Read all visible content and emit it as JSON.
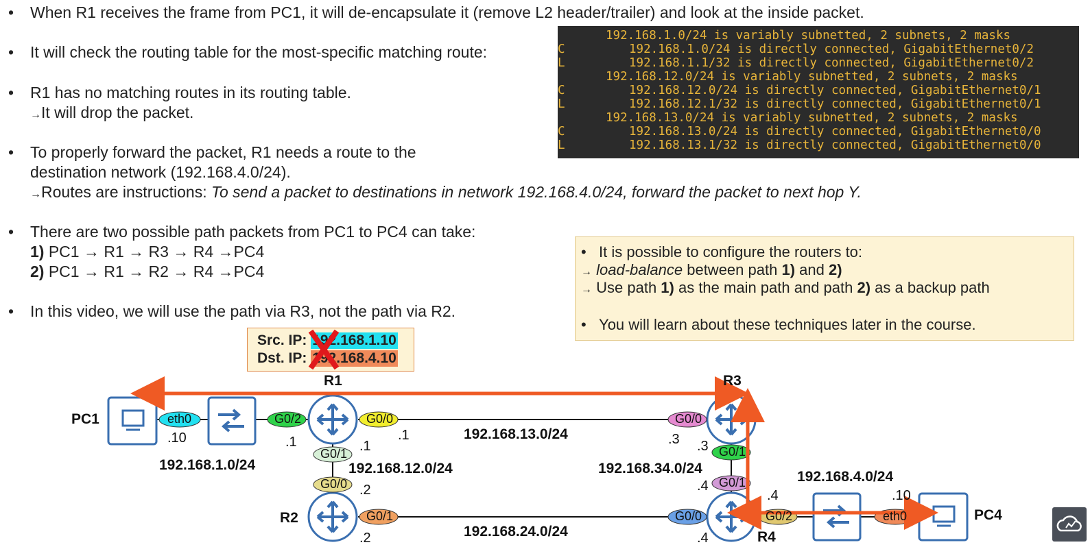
{
  "bullets": {
    "b1": "When R1 receives the frame from PC1, it will de-encapsulate it (remove L2 header/trailer) and look at the inside packet.",
    "b2": "It will check the routing table for the most-specific matching route:",
    "b3_line1": "R1 has no matching routes in its routing table.",
    "b3_line2": "It will drop the packet.",
    "b4_line1": "To properly forward the packet, R1 needs a route to the",
    "b4_line2": "destination network (192.168.4.0/24).",
    "b4_line3_plain": "Routes are instructions: ",
    "b4_line3_italic": "To send a packet to destinations in network 192.168.4.0/24, forward the packet to next hop Y.",
    "b5_line1": "There are two possible path packets from PC1 to PC4 can take:",
    "b5_path1_num": "1)",
    "b5_path1": "PC1 → R1 → R3 → R4 →PC4",
    "b5_path2_num": "2)",
    "b5_path2": "PC1 → R1 → R2 → R4 →PC4",
    "b6": "In this video, we will use the path via R3, not the path via R2.",
    "arrow": "→"
  },
  "routing_table": [
    {
      "code": "",
      "text": "192.168.1.0/24 is variably subnetted, 2 subnets, 2 masks"
    },
    {
      "code": "C",
      "text": "192.168.1.0/24 is directly connected, GigabitEthernet0/2"
    },
    {
      "code": "L",
      "text": "192.168.1.1/32 is directly connected, GigabitEthernet0/2"
    },
    {
      "code": "",
      "text": "192.168.12.0/24 is variably subnetted, 2 subnets, 2 masks"
    },
    {
      "code": "C",
      "text": "192.168.12.0/24 is directly connected, GigabitEthernet0/1"
    },
    {
      "code": "L",
      "text": "192.168.12.1/32 is directly connected, GigabitEthernet0/1"
    },
    {
      "code": "",
      "text": "192.168.13.0/24 is variably subnetted, 2 subnets, 2 masks"
    },
    {
      "code": "C",
      "text": "192.168.13.0/24 is directly connected, GigabitEthernet0/0"
    },
    {
      "code": "L",
      "text": "192.168.13.1/32 is directly connected, GigabitEthernet0/0"
    }
  ],
  "note": {
    "line1": "It is possible to configure the routers to:",
    "line2_arrow": "→",
    "line2_italic": "load-balance",
    "line2_mid": " between path ",
    "line2_b1": "1)",
    "line2_and": " and ",
    "line2_b2": "2)",
    "line3_arrow": "→",
    "line3_a": "Use path ",
    "line3_b1": "1)",
    "line3_mid": " as the main path and path ",
    "line3_b2": "2)",
    "line3_end": " as a backup path",
    "line4": "You will learn about these techniques later in the course."
  },
  "packet": {
    "src_label": "Src. IP:",
    "src_value": "192.168.1.10",
    "dst_label": "Dst. IP:",
    "dst_value": "192.168.4.10",
    "src_color": "#22e0f0",
    "dst_color": "#f08a5a"
  },
  "diagram": {
    "devices": {
      "pc1": "PC1",
      "pc4": "PC4",
      "r1": "R1",
      "r2": "R2",
      "r3": "R3",
      "r4": "R4"
    },
    "networks": {
      "n1": "192.168.1.0/24",
      "n12": "192.168.12.0/24",
      "n13": "192.168.13.0/24",
      "n34": "192.168.34.0/24",
      "n24": "192.168.24.0/24",
      "n4": "192.168.4.0/24"
    },
    "ips": {
      "pc1": ".10",
      "r1_g02": ".1",
      "r1_g00": ".1",
      "r1_g01": ".1",
      "r3_g00": ".3",
      "r3_g01": ".3",
      "r2_g00": ".2",
      "r2_g01": ".2",
      "r4_g01": ".4",
      "r4_g00": ".4",
      "r4_g02": ".4",
      "pc4": ".10"
    },
    "ifaces": {
      "pc1_eth0": "eth0",
      "r1_g02": "G0/2",
      "r1_g00": "G0/0",
      "r1_g01": "G0/1",
      "r2_g00": "G0/0",
      "r2_g01": "G0/1",
      "r3_g00": "G0/0",
      "r3_g01": "G0/1",
      "r4_g01": "G0/1",
      "r4_g00": "G0/0",
      "r4_g02": "G0/2",
      "pc4_eth0": "eth0"
    },
    "colors": {
      "device": "#3a6fb0",
      "arrow": "#ef5a24",
      "cyan": "#22e0f0",
      "green": "#2fd24a",
      "yellow": "#f2ee2e",
      "pink": "#e58ad0",
      "lightgreen": "#d7f0d7",
      "khaki": "#e6dc8c",
      "orange": "#f0a060",
      "blue": "#6aa0e6",
      "lilac": "#d29ad6",
      "khaki2": "#e0c870",
      "salmon": "#f08a5a"
    }
  }
}
